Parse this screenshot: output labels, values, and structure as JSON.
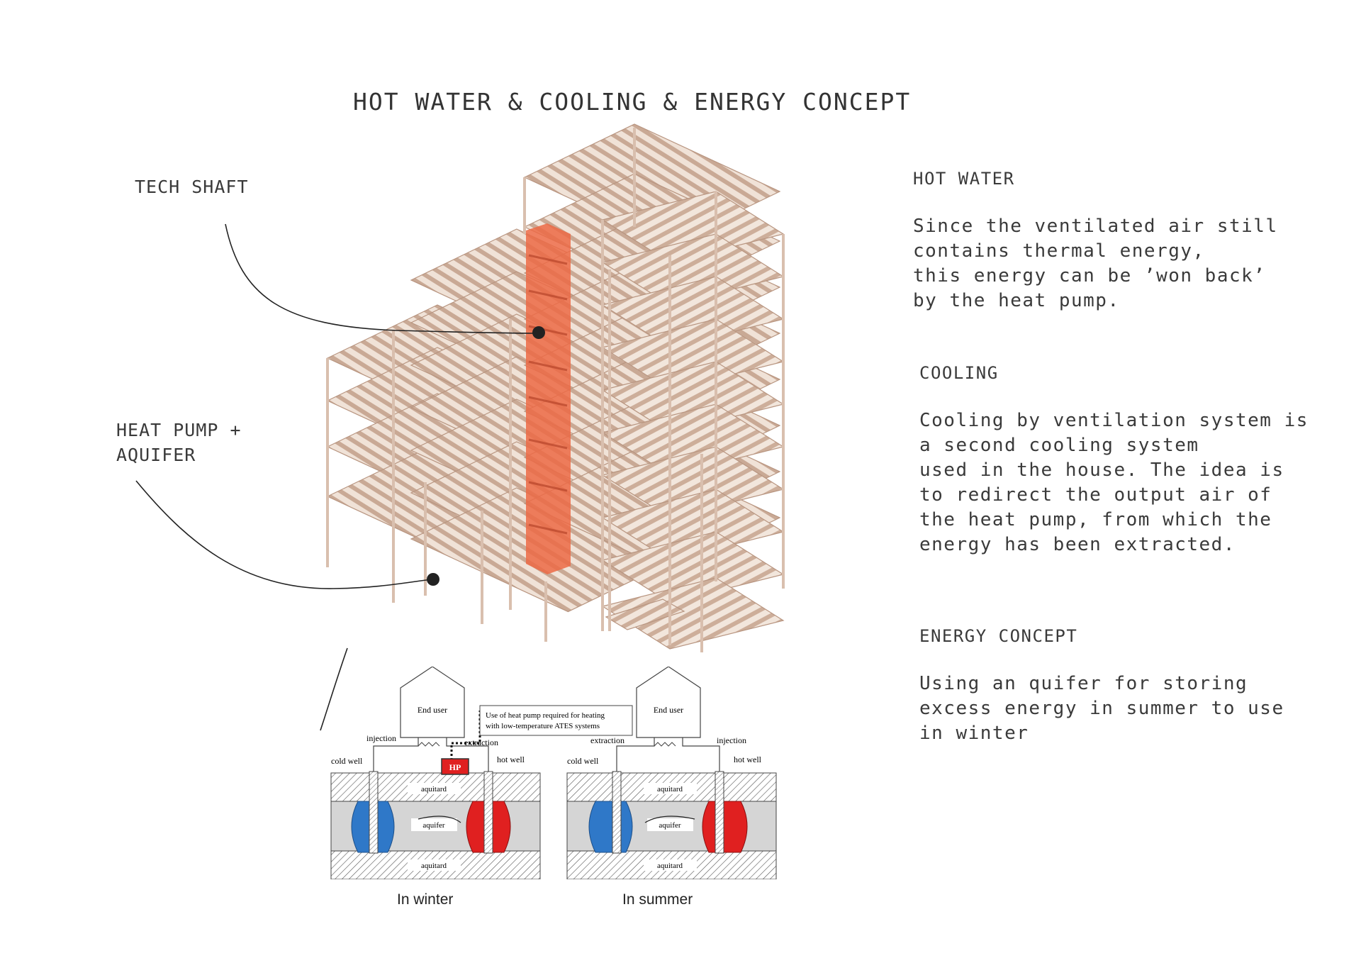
{
  "title": "HOT WATER & COOLING & ENERGY CONCEPT",
  "labels": {
    "tech_shaft": "TECH SHAFT",
    "heat_pump_line1": "HEAT PUMP +",
    "heat_pump_line2": "AQUIFER"
  },
  "sections": [
    {
      "heading": "HOT WATER",
      "text": "Since the ventilated air still\ncontains thermal energy,\nthis energy can be ’won back’\nby the heat pump."
    },
    {
      "heading": "COOLING",
      "text": "Cooling by ventilation system is\na second cooling system\nused in the house. The idea is\nto redirect the output air of\nthe heat pump, from which the\nenergy has been extracted."
    },
    {
      "heading": "ENERGY CONCEPT",
      "text": "Using an quifer for storing\nexcess energy in summer to use\nin winter"
    }
  ],
  "ates": {
    "note_line1": "Use of heat pump required for heating",
    "note_line2": "with low-temperature ATES systems",
    "winter": {
      "caption": "In winter",
      "end_user": "End user",
      "injection": "injection",
      "extraction": "extraction",
      "cold_well": "cold well",
      "hot_well": "hot well",
      "aquitard_top": "aquitard",
      "aquifer": "aquifer",
      "aquitard_bottom": "aquitard",
      "hp": "HP"
    },
    "summer": {
      "caption": "In summer",
      "end_user": "End user",
      "extraction": "extraction",
      "injection": "injection",
      "cold_well": "cold well",
      "hot_well": "hot well",
      "aquitard_top": "aquitard",
      "aquifer": "aquifer",
      "aquitard_bottom": "aquitard"
    }
  },
  "colors": {
    "structure": "#d9bfae",
    "shaft": "#ec6a45",
    "cold": "#2f78c8",
    "hot": "#e02020",
    "ground": "#d5d5d5"
  }
}
